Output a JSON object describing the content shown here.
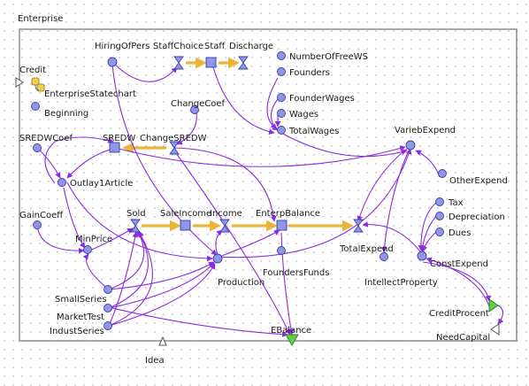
{
  "title": "Enterprise",
  "nodes": {
    "credit": "Credit",
    "enterprise_statechart": "EnterpriseStatechart",
    "beginning": "Beginning",
    "hiring_of_pers": "HiringOfPers",
    "staff_choice": "StaffChoice",
    "staff": "Staff",
    "discharge": "Discharge",
    "number_of_free_ws": "NumberOfFreeWS",
    "founders": "Founders",
    "founder_wages": "FounderWages",
    "wages": "Wages",
    "total_wages": "TotalWages",
    "change_coef": "ChangeCoef",
    "sredw_coef": "SREDWCoef",
    "sredw": "SREDW",
    "change_sredw": "ChangeSREDW",
    "varieb_expend": "VariebExpend",
    "outlay_1_article": "Outlay1Article",
    "other_expend": "OtherExpend",
    "gain_coeff": "GainCoeff",
    "sold": "Sold",
    "sale_income": "SaleIncome",
    "income": "Income",
    "enterp_balance": "EnterpBalance",
    "tax": "Tax",
    "depreciation": "Depreciation",
    "dues": "Dues",
    "min_price": "MinPrice",
    "total_expend": "TotalExpend",
    "const_expend": "ConstExpend",
    "founders_funds": "FoundersFunds",
    "production": "Production",
    "intellect_property": "IntellectProperty",
    "small_series": "SmallSeries",
    "market_test": "MarketTest",
    "indust_series": "IndustSeries",
    "credit_procent": "CreditProcent",
    "need_capital": "NeedCapital",
    "e_balance": "EBalance",
    "idea": "Idea"
  },
  "colors": {
    "variable": "#8f96e8",
    "link": "#8a2be2",
    "flow": "#e8b53a",
    "input_port": "#5fd04c",
    "frame": "#8a8a8a"
  }
}
